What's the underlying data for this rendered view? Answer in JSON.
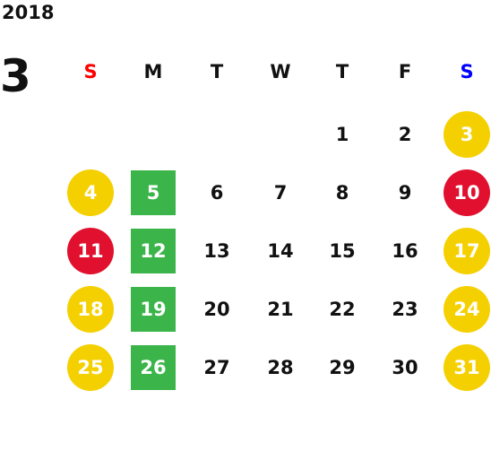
{
  "calendar": {
    "year": "2018",
    "month": "3",
    "weekdays": [
      "S",
      "M",
      "T",
      "W",
      "T",
      "F",
      "S"
    ],
    "weekday_colors": [
      "#ff0000",
      "#111111",
      "#111111",
      "#111111",
      "#111111",
      "#111111",
      "#0000ff"
    ],
    "colors": {
      "holiday_yellow": "#f5d000",
      "holiday_red": "#e0102e",
      "green": "#3bb54a"
    },
    "weeks": [
      [
        null,
        null,
        null,
        null,
        {
          "d": "1"
        },
        {
          "d": "2"
        },
        {
          "d": "3",
          "mark": "yellow"
        }
      ],
      [
        {
          "d": "4",
          "mark": "yellow"
        },
        {
          "d": "5",
          "mark": "green"
        },
        {
          "d": "6"
        },
        {
          "d": "7"
        },
        {
          "d": "8"
        },
        {
          "d": "9"
        },
        {
          "d": "10",
          "mark": "red"
        }
      ],
      [
        {
          "d": "11",
          "mark": "red"
        },
        {
          "d": "12",
          "mark": "green"
        },
        {
          "d": "13"
        },
        {
          "d": "14"
        },
        {
          "d": "15"
        },
        {
          "d": "16"
        },
        {
          "d": "17",
          "mark": "yellow"
        }
      ],
      [
        {
          "d": "18",
          "mark": "yellow"
        },
        {
          "d": "19",
          "mark": "green"
        },
        {
          "d": "20"
        },
        {
          "d": "21"
        },
        {
          "d": "22"
        },
        {
          "d": "23"
        },
        {
          "d": "24",
          "mark": "yellow"
        }
      ],
      [
        {
          "d": "25",
          "mark": "yellow"
        },
        {
          "d": "26",
          "mark": "green"
        },
        {
          "d": "27"
        },
        {
          "d": "28"
        },
        {
          "d": "29"
        },
        {
          "d": "30"
        },
        {
          "d": "31",
          "mark": "yellow"
        }
      ]
    ]
  }
}
